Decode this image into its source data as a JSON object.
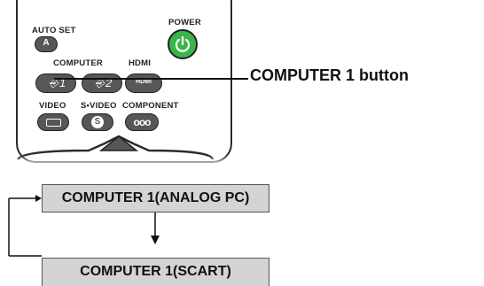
{
  "remote": {
    "auto_set_label": "AUTO SET",
    "auto_set_glyph": "A",
    "power_label": "POWER",
    "computer_label": "COMPUTER",
    "hdmi_label": "HDMI",
    "computer1_glyph": "1",
    "computer2_glyph": "2",
    "hdmi_glyph": "HDMI",
    "video_label": "VIDEO",
    "svideo_label": "S•VIDEO",
    "component_label": "COMPONENT",
    "svideo_glyph": "S",
    "component_glyph": "ooo"
  },
  "callout": {
    "text": "COMPUTER 1 button"
  },
  "flow": {
    "box1": "COMPUTER 1(ANALOG PC)",
    "box2": "COMPUTER 1(SCART)"
  },
  "colors": {
    "power_green": "#3bb54a",
    "button_gray": "#575757",
    "box_fill": "#d4d4d4"
  }
}
